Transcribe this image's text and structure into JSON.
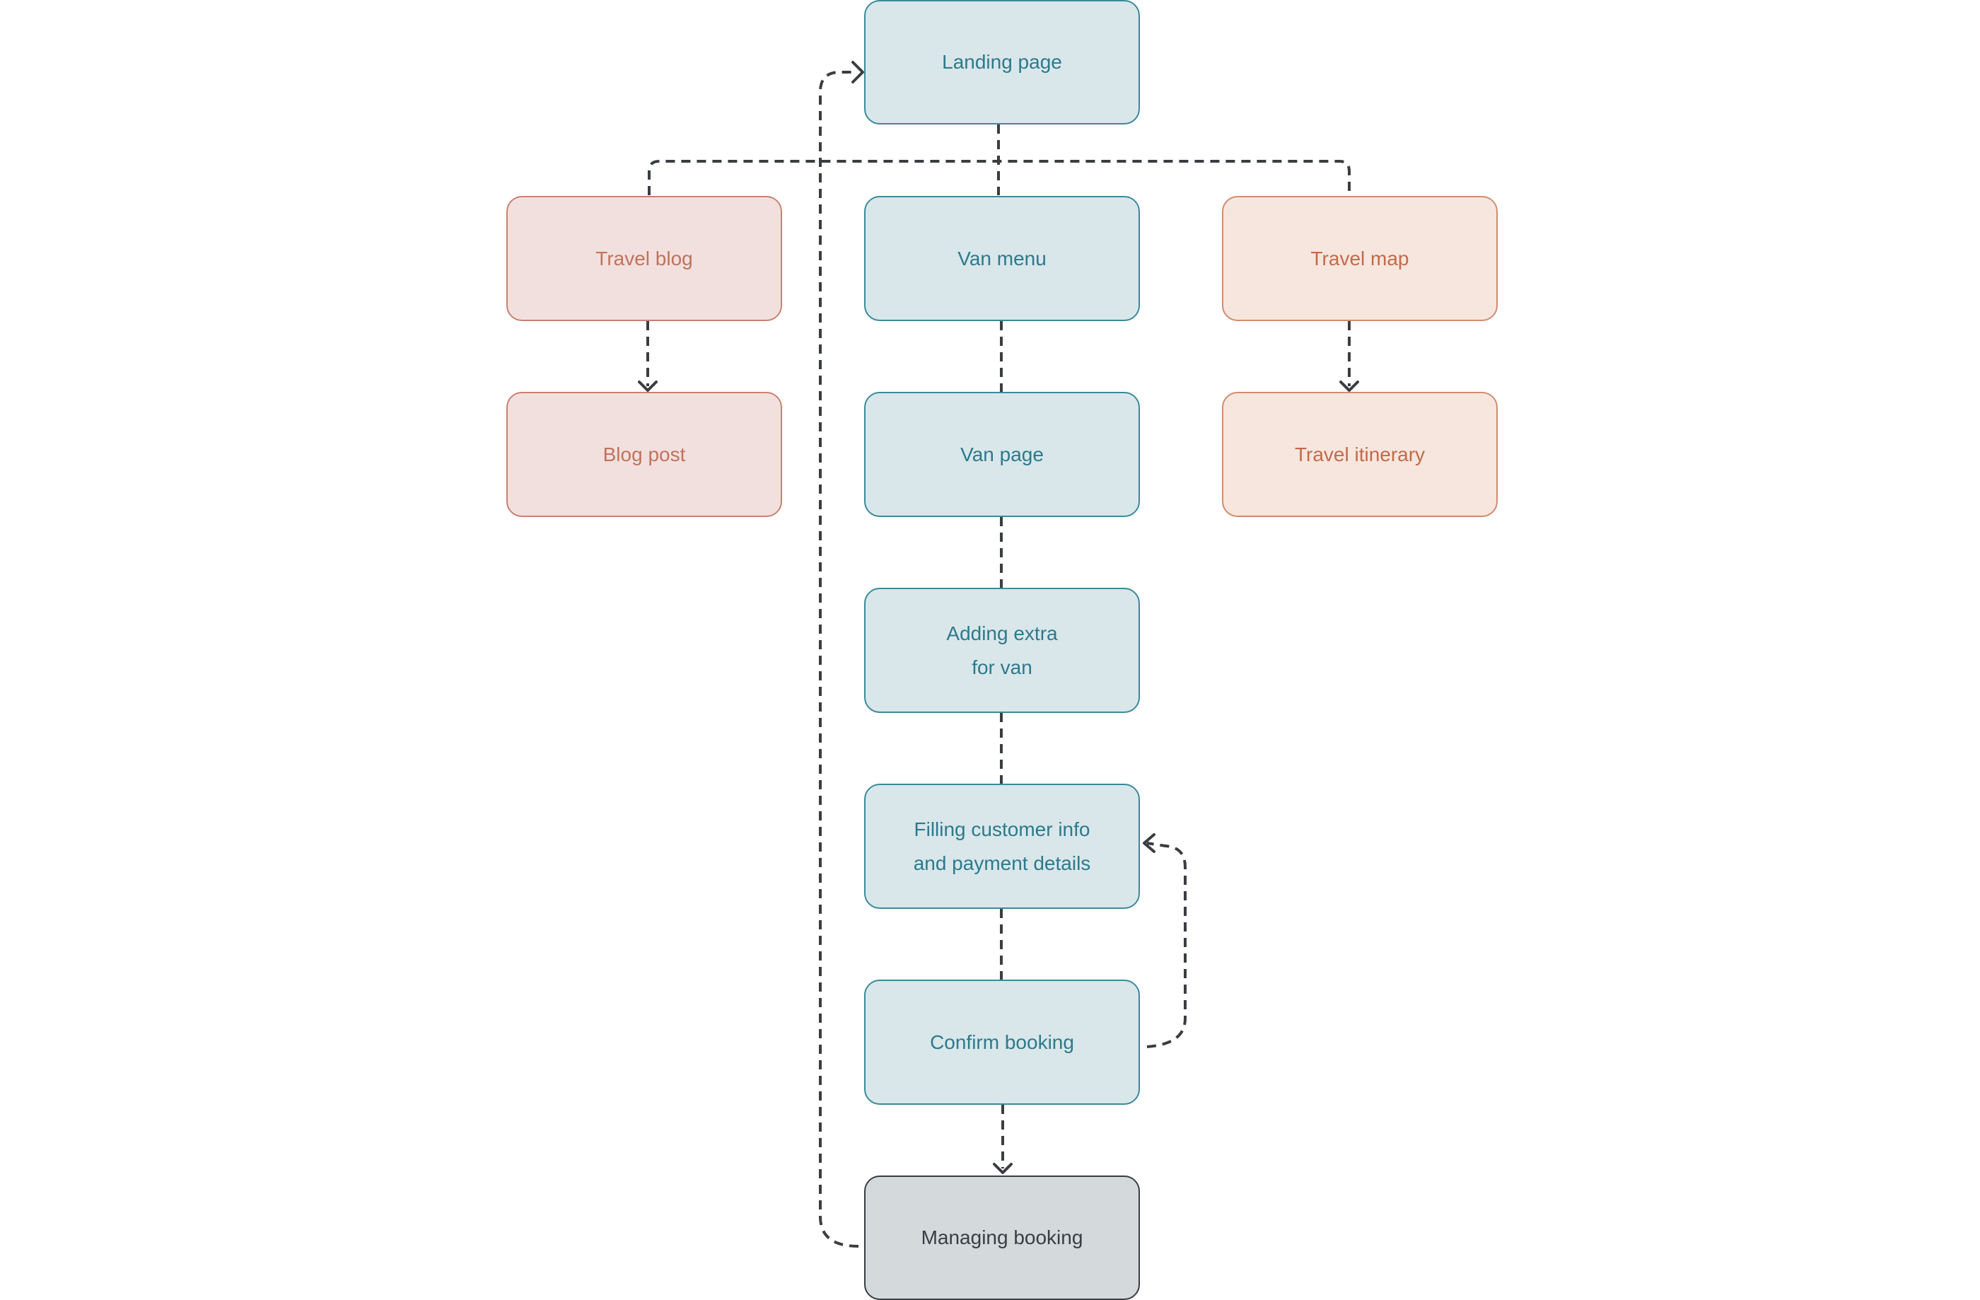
{
  "diagram": {
    "nodes": {
      "landing_page": "Landing page",
      "travel_blog": "Travel blog",
      "van_menu": "Van menu",
      "travel_map": "Travel map",
      "blog_post": "Blog post",
      "van_page": "Van page",
      "travel_itinerary": "Travel itinerary",
      "adding_extra": "Adding extra\nfor van",
      "filling_info": "Filling customer info\nand payment details",
      "confirm_booking": "Confirm booking",
      "managing_booking": "Managing booking"
    },
    "colors": {
      "site_flow_fill": "#d9e7ea",
      "site_flow_text": "#2c7a8c",
      "blog_fill": "#f2e0df",
      "blog_text": "#c0735c",
      "map_fill": "#f6e6de",
      "map_text": "#c46a48",
      "account_fill": "#d4d9dc",
      "account_text": "#3a3d42",
      "connector": "#3a3d42"
    }
  }
}
